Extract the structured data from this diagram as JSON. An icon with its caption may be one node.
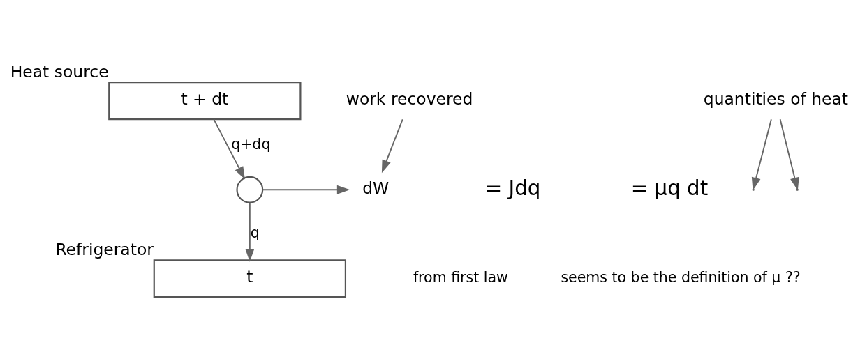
{
  "diagram": {
    "nodes": [
      {
        "text": [
          "t + dt"
        ],
        "beside": [
          "Heat source"
        ]
      },
      {
        "text": [],
        "shape": "circle"
      },
      {
        "text": [
          "t"
        ],
        "beside": [
          "Refrigerator"
        ]
      },
      {
        "text": [
          "dW"
        ]
      },
      {
        "text": [
          "work recovered"
        ]
      },
      {
        "text": [
          "quantities of heat"
        ]
      }
    ],
    "edges": [
      {
        "from": 0,
        "to": 1,
        "arrow": "to",
        "label": "q+dq"
      },
      {
        "from": 1,
        "to": 3,
        "arrow": "to"
      },
      {
        "from": 1,
        "to": 2,
        "arrow": "to",
        "label": "q"
      },
      {
        "from": 4,
        "to": 3,
        "arrow": "to"
      },
      {
        "from": 5,
        "to": null,
        "arrow": "to"
      },
      {
        "from": 5,
        "to": null,
        "arrow": "to"
      }
    ],
    "labels": [
      "= Jdq",
      "= μq dt",
      "from first law",
      "seems to be the definition of μ ??"
    ]
  }
}
